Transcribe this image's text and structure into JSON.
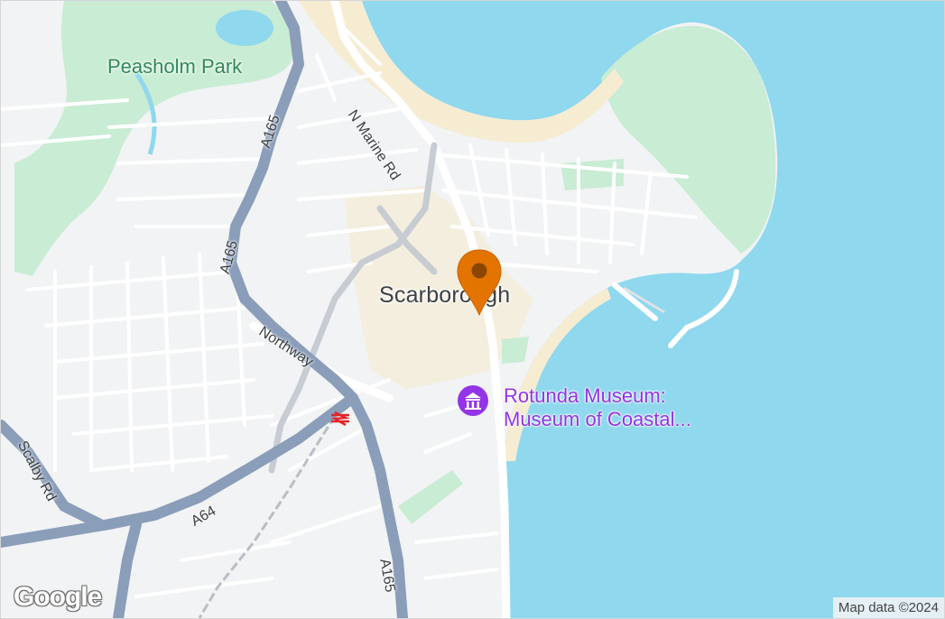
{
  "map": {
    "place_label": "Scarborough",
    "park_label": "Peasholm Park",
    "poi": {
      "name_line1": "Rotunda Museum:",
      "name_line2": "Museum of Coastal...",
      "icon": "museum-icon"
    },
    "roads": {
      "n_marine_rd": "N Marine Rd",
      "a165_north": "A165",
      "a165_mid": "A165",
      "a165_south": "A165",
      "northway": "Northway",
      "a64": "A64",
      "scalby_rd": "Scalby Rd"
    },
    "marker_icon": "map-pin-icon",
    "rail_icon": "rail-station-icon",
    "colors": {
      "water": "#8fd8ee",
      "land": "#f1f3f4",
      "park": "#c9ecd4",
      "beach": "#f6ecd2",
      "major_road": "#8a9db9",
      "marker": "#e37400",
      "poi": "#9334e6"
    }
  },
  "branding": {
    "logo": "Google",
    "attribution": "Map data ©2024"
  }
}
